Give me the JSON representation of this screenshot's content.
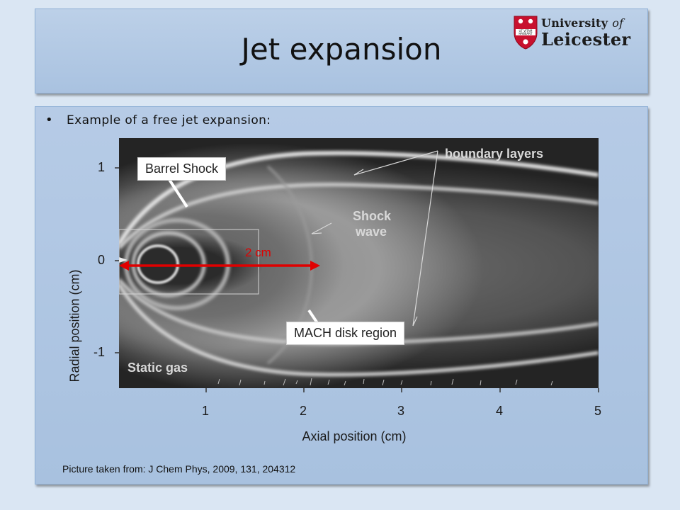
{
  "slide": {
    "title": "Jet expansion",
    "bullet": "Example of a free jet expansion:",
    "citation": "Picture taken from: J Chem Phys, 2009, 131, 204312"
  },
  "logo": {
    "word1": "University",
    "word_of": "of",
    "word2": "Leicester",
    "motto": "UT VITAM HABEANT"
  },
  "figure": {
    "xlabel": "Axial position (cm)",
    "ylabel": "Radial position (cm)",
    "x_ticks": [
      "1",
      "2",
      "3",
      "4",
      "5"
    ],
    "y_ticks": [
      "1",
      "0",
      "-1"
    ],
    "labels": {
      "boundary_layers": "boundary layers",
      "shock_wave_1": "Shock",
      "shock_wave_2": "wave",
      "static_gas": "Static gas",
      "scale": "2 cm"
    },
    "callouts": {
      "barrel_shock": "Barrel Shock",
      "mach_disk": "MACH disk region"
    }
  },
  "colors": {
    "slide_bg": "#dae6f3",
    "panel": "#b6cbe6",
    "scale_arrow": "#e00000",
    "logo_red": "#c8102e"
  }
}
